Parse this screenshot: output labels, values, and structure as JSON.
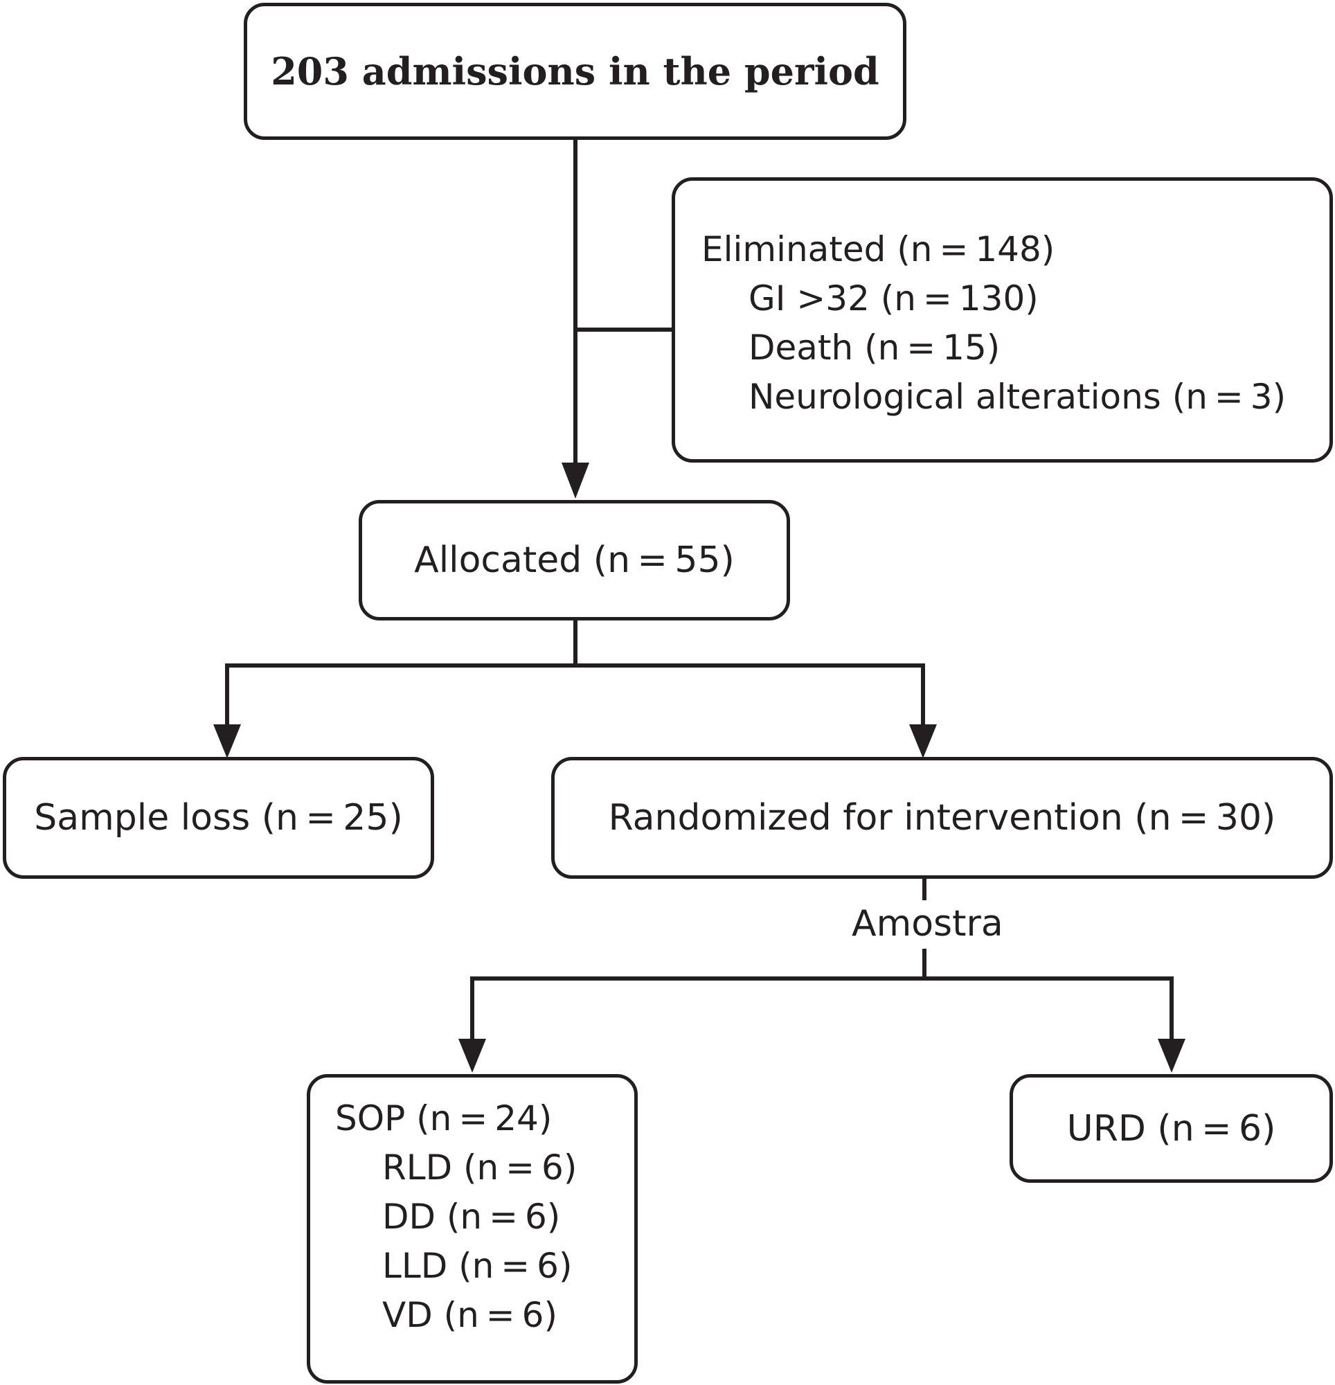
{
  "diagram": {
    "admissions": "203 admissions in the period",
    "eliminated": {
      "title": "Eliminated (n = 148)",
      "items": [
        "GI >32 (n = 130)",
        "Death (n = 15)",
        "Neurological alterations (n = 3)"
      ]
    },
    "allocated": "Allocated (n = 55)",
    "sample_loss": "Sample loss (n = 25)",
    "randomized": "Randomized for intervention (n = 30)",
    "amostra": "Amostra",
    "sop": {
      "title": "SOP (n = 24)",
      "items": [
        "RLD (n = 6)",
        "DD (n = 6)",
        "LLD (n = 6)",
        "VD (n = 6)"
      ]
    },
    "urd": "URD (n = 6)"
  },
  "colors": {
    "stroke": "#231f20",
    "background": "#ffffff"
  }
}
